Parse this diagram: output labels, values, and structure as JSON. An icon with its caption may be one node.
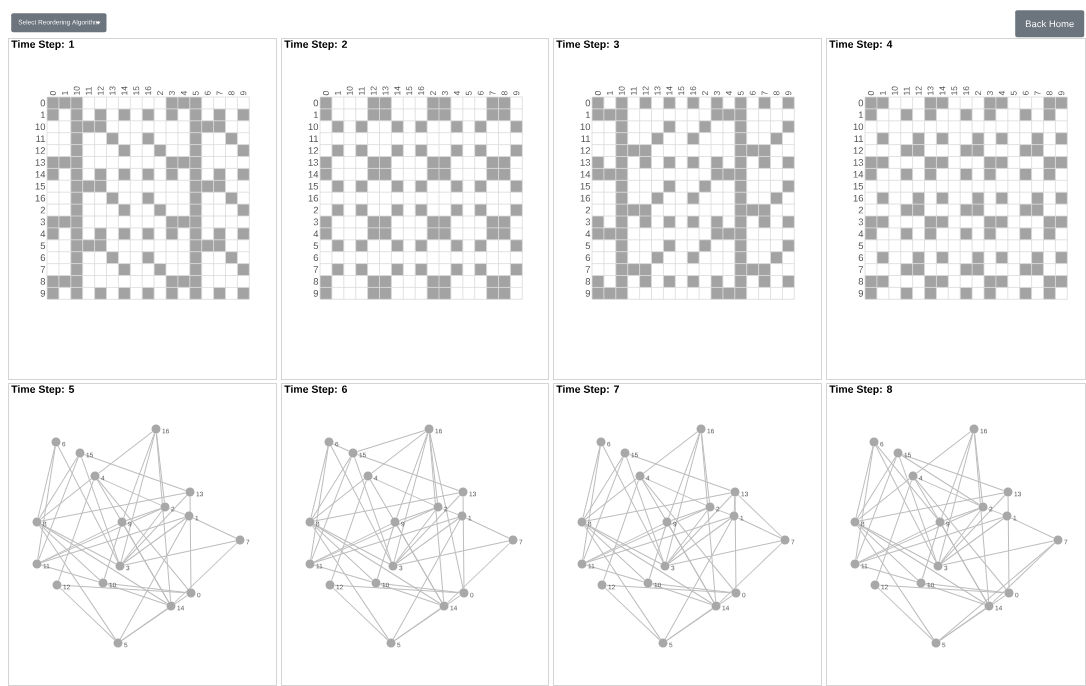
{
  "diagram": {
    "nodes": [
      {
        "text": [
          "Select Reordering Algorithm"
        ]
      },
      {
        "text": [
          "Back Home"
        ]
      },
      {
        "text": [
          "Time Step: 1"
        ]
      },
      {
        "text": [
          "Time Step: 2"
        ]
      },
      {
        "text": [
          "Time Step: 3"
        ]
      },
      {
        "text": [
          "Time Step: 4"
        ]
      },
      {
        "text": [
          "Time Step: 5"
        ]
      },
      {
        "text": [
          "Time Step: 6"
        ]
      },
      {
        "text": [
          "Time Step: 7"
        ]
      },
      {
        "text": [
          "Time Step: 8"
        ]
      },
      {
        "text": [],
        "shape": "circle",
        "beside": [
          "16"
        ],
        "in": 6
      },
      {
        "text": [],
        "shape": "circle",
        "beside": [
          "6"
        ],
        "in": 6
      },
      {
        "text": [],
        "shape": "circle",
        "beside": [
          "15"
        ],
        "in": 6
      },
      {
        "text": [],
        "shape": "circle",
        "beside": [
          "4"
        ],
        "in": 6
      },
      {
        "text": [],
        "shape": "circle",
        "beside": [
          "13"
        ],
        "in": 6
      },
      {
        "text": [],
        "shape": "circle",
        "beside": [
          "2"
        ],
        "in": 6
      },
      {
        "text": [],
        "shape": "circle",
        "beside": [
          "1"
        ],
        "in": 6
      },
      {
        "text": [],
        "shape": "circle",
        "beside": [
          "8"
        ],
        "in": 6
      },
      {
        "text": [],
        "shape": "circle",
        "beside": [
          "9"
        ],
        "in": 6
      },
      {
        "text": [],
        "shape": "circle",
        "beside": [
          "7"
        ],
        "in": 6
      },
      {
        "text": [],
        "shape": "circle",
        "beside": [
          "11"
        ],
        "in": 6
      },
      {
        "text": [],
        "shape": "circle",
        "beside": [
          "3"
        ],
        "in": 6
      },
      {
        "text": [],
        "shape": "circle",
        "beside": [
          "12"
        ],
        "in": 6
      },
      {
        "text": [],
        "shape": "circle",
        "beside": [
          "10"
        ],
        "in": 6
      },
      {
        "text": [],
        "shape": "circle",
        "beside": [
          "0"
        ],
        "in": 6
      },
      {
        "text": [],
        "shape": "circle",
        "beside": [
          "14"
        ],
        "in": 6
      },
      {
        "text": [],
        "shape": "circle",
        "beside": [
          "5"
        ],
        "in": 6
      },
      {
        "text": [],
        "shape": "circle",
        "beside": [
          "16"
        ],
        "in": 7
      },
      {
        "text": [],
        "shape": "circle",
        "beside": [
          "6"
        ],
        "in": 7
      },
      {
        "text": [],
        "shape": "circle",
        "beside": [
          "15"
        ],
        "in": 7
      },
      {
        "text": [],
        "shape": "circle",
        "beside": [
          "4"
        ],
        "in": 7
      },
      {
        "text": [],
        "shape": "circle",
        "beside": [
          "13"
        ],
        "in": 7
      },
      {
        "text": [],
        "shape": "circle",
        "beside": [
          "2"
        ],
        "in": 7
      },
      {
        "text": [],
        "shape": "circle",
        "beside": [
          "1"
        ],
        "in": 7
      },
      {
        "text": [],
        "shape": "circle",
        "beside": [
          "8"
        ],
        "in": 7
      },
      {
        "text": [],
        "shape": "circle",
        "beside": [
          "9"
        ],
        "in": 7
      },
      {
        "text": [],
        "shape": "circle",
        "beside": [
          "7"
        ],
        "in": 7
      },
      {
        "text": [],
        "shape": "circle",
        "beside": [
          "11"
        ],
        "in": 7
      },
      {
        "text": [],
        "shape": "circle",
        "beside": [
          "3"
        ],
        "in": 7
      },
      {
        "text": [],
        "shape": "circle",
        "beside": [
          "12"
        ],
        "in": 7
      },
      {
        "text": [],
        "shape": "circle",
        "beside": [
          "10"
        ],
        "in": 7
      },
      {
        "text": [],
        "shape": "circle",
        "beside": [
          "0"
        ],
        "in": 7
      },
      {
        "text": [],
        "shape": "circle",
        "beside": [
          "14"
        ],
        "in": 7
      },
      {
        "text": [],
        "shape": "circle",
        "beside": [
          "5"
        ],
        "in": 7
      },
      {
        "text": [],
        "shape": "circle",
        "beside": [
          "16"
        ],
        "in": 8
      },
      {
        "text": [],
        "shape": "circle",
        "beside": [
          "6"
        ],
        "in": 8
      },
      {
        "text": [],
        "shape": "circle",
        "beside": [
          "15"
        ],
        "in": 8
      },
      {
        "text": [],
        "shape": "circle",
        "beside": [
          "4"
        ],
        "in": 8
      },
      {
        "text": [],
        "shape": "circle",
        "beside": [
          "13"
        ],
        "in": 8
      },
      {
        "text": [],
        "shape": "circle",
        "beside": [
          "2"
        ],
        "in": 8
      },
      {
        "text": [],
        "shape": "circle",
        "beside": [
          "1"
        ],
        "in": 8
      },
      {
        "text": [],
        "shape": "circle",
        "beside": [
          "8"
        ],
        "in": 8
      },
      {
        "text": [],
        "shape": "circle",
        "beside": [
          "9"
        ],
        "in": 8
      },
      {
        "text": [],
        "shape": "circle",
        "beside": [
          "7"
        ],
        "in": 8
      },
      {
        "text": [],
        "shape": "circle",
        "beside": [
          "11"
        ],
        "in": 8
      },
      {
        "text": [],
        "shape": "circle",
        "beside": [
          "3"
        ],
        "in": 8
      },
      {
        "text": [],
        "shape": "circle",
        "beside": [
          "12"
        ],
        "in": 8
      },
      {
        "text": [],
        "shape": "circle",
        "beside": [
          "10"
        ],
        "in": 8
      },
      {
        "text": [],
        "shape": "circle",
        "beside": [
          "0"
        ],
        "in": 8
      },
      {
        "text": [],
        "shape": "circle",
        "beside": [
          "14"
        ],
        "in": 8
      },
      {
        "text": [],
        "shape": "circle",
        "beside": [
          "5"
        ],
        "in": 8
      },
      {
        "text": [],
        "shape": "circle",
        "beside": [
          "16"
        ],
        "in": 9
      },
      {
        "text": [],
        "shape": "circle",
        "beside": [
          "6"
        ],
        "in": 9
      },
      {
        "text": [],
        "shape": "circle",
        "beside": [
          "15"
        ],
        "in": 9
      },
      {
        "text": [],
        "shape": "circle",
        "beside": [
          "4"
        ],
        "in": 9
      },
      {
        "text": [],
        "shape": "circle",
        "beside": [
          "13"
        ],
        "in": 9
      },
      {
        "text": [],
        "shape": "circle",
        "beside": [
          "2"
        ],
        "in": 9
      },
      {
        "text": [],
        "shape": "circle",
        "beside": [
          "1"
        ],
        "in": 9
      },
      {
        "text": [],
        "shape": "circle",
        "beside": [
          "8"
        ],
        "in": 9
      },
      {
        "text": [],
        "shape": "circle",
        "beside": [
          "9"
        ],
        "in": 9
      },
      {
        "text": [],
        "shape": "circle",
        "beside": [
          "7"
        ],
        "in": 9
      },
      {
        "text": [],
        "shape": "circle",
        "beside": [
          "11"
        ],
        "in": 9
      },
      {
        "text": [],
        "shape": "circle",
        "beside": [
          "3"
        ],
        "in": 9
      },
      {
        "text": [],
        "shape": "circle",
        "beside": [
          "12"
        ],
        "in": 9
      },
      {
        "text": [],
        "shape": "circle",
        "beside": [
          "10"
        ],
        "in": 9
      },
      {
        "text": [],
        "shape": "circle",
        "beside": [
          "0"
        ],
        "in": 9
      },
      {
        "text": [],
        "shape": "circle",
        "beside": [
          "14"
        ],
        "in": 9
      },
      {
        "text": [],
        "shape": "circle",
        "beside": [
          "5"
        ],
        "in": 9
      }
    ],
    "edges": [
      {
        "from": 11,
        "to": 17,
        "arrow": "none"
      },
      {
        "from": 11,
        "to": 20,
        "arrow": "none"
      },
      {
        "from": 11,
        "to": 21,
        "arrow": "none"
      },
      {
        "from": 12,
        "to": 17,
        "arrow": "none"
      },
      {
        "from": 12,
        "to": 20,
        "arrow": "none"
      },
      {
        "from": 12,
        "to": 14,
        "arrow": "none"
      },
      {
        "from": 12,
        "to": 21,
        "arrow": "none"
      },
      {
        "from": 13,
        "to": 17,
        "arrow": "none"
      },
      {
        "from": 13,
        "to": 10,
        "arrow": "none"
      },
      {
        "from": 13,
        "to": 15,
        "arrow": "none"
      },
      {
        "from": 13,
        "to": 22,
        "arrow": "none"
      },
      {
        "from": 13,
        "to": 25,
        "arrow": "none"
      },
      {
        "from": 13,
        "to": 24,
        "arrow": "none"
      },
      {
        "from": 10,
        "to": 18,
        "arrow": "none"
      },
      {
        "from": 10,
        "to": 21,
        "arrow": "none"
      },
      {
        "from": 10,
        "to": 15,
        "arrow": "none"
      },
      {
        "from": 10,
        "to": 25,
        "arrow": "none"
      },
      {
        "from": 14,
        "to": 17,
        "arrow": "none"
      },
      {
        "from": 14,
        "to": 21,
        "arrow": "none"
      },
      {
        "from": 14,
        "to": 24,
        "arrow": "none"
      },
      {
        "from": 15,
        "to": 20,
        "arrow": "none"
      },
      {
        "from": 15,
        "to": 18,
        "arrow": "none"
      },
      {
        "from": 15,
        "to": 21,
        "arrow": "none"
      },
      {
        "from": 15,
        "to": 16,
        "arrow": "none"
      },
      {
        "from": 16,
        "to": 20,
        "arrow": "none"
      },
      {
        "from": 16,
        "to": 21,
        "arrow": "none"
      },
      {
        "from": 16,
        "to": 19,
        "arrow": "none"
      },
      {
        "from": 16,
        "to": 26,
        "arrow": "none"
      },
      {
        "from": 18,
        "to": 20,
        "arrow": "none"
      },
      {
        "from": 18,
        "to": 23,
        "arrow": "none"
      },
      {
        "from": 18,
        "to": 25,
        "arrow": "none"
      },
      {
        "from": 19,
        "to": 21,
        "arrow": "none"
      },
      {
        "from": 19,
        "to": 25,
        "arrow": "none"
      },
      {
        "from": 17,
        "to": 21,
        "arrow": "none"
      },
      {
        "from": 17,
        "to": 23,
        "arrow": "none"
      },
      {
        "from": 17,
        "to": 25,
        "arrow": "none"
      },
      {
        "from": 17,
        "to": 26,
        "arrow": "none"
      },
      {
        "from": 20,
        "to": 23,
        "arrow": "none"
      },
      {
        "from": 23,
        "to": 24,
        "arrow": "none"
      },
      {
        "from": 22,
        "to": 24,
        "arrow": "none"
      },
      {
        "from": 22,
        "to": 26,
        "arrow": "none"
      },
      {
        "from": 23,
        "to": 25,
        "arrow": "none"
      },
      {
        "from": 25,
        "to": 26,
        "arrow": "none"
      },
      {
        "from": 24,
        "to": 26,
        "arrow": "none"
      },
      {
        "from": 28,
        "to": 34,
        "arrow": "none"
      },
      {
        "from": 28,
        "to": 37,
        "arrow": "none"
      },
      {
        "from": 28,
        "to": 38,
        "arrow": "none"
      },
      {
        "from": 29,
        "to": 34,
        "arrow": "none"
      },
      {
        "from": 29,
        "to": 37,
        "arrow": "none"
      },
      {
        "from": 29,
        "to": 31,
        "arrow": "none"
      },
      {
        "from": 29,
        "to": 38,
        "arrow": "none"
      },
      {
        "from": 30,
        "to": 34,
        "arrow": "none"
      },
      {
        "from": 30,
        "to": 27,
        "arrow": "none"
      },
      {
        "from": 30,
        "to": 32,
        "arrow": "none"
      },
      {
        "from": 30,
        "to": 39,
        "arrow": "none"
      },
      {
        "from": 30,
        "to": 42,
        "arrow": "none"
      },
      {
        "from": 27,
        "to": 35,
        "arrow": "none"
      },
      {
        "from": 27,
        "to": 38,
        "arrow": "none"
      },
      {
        "from": 27,
        "to": 32,
        "arrow": "none"
      },
      {
        "from": 27,
        "to": 42,
        "arrow": "none"
      },
      {
        "from": 31,
        "to": 34,
        "arrow": "none"
      },
      {
        "from": 31,
        "to": 38,
        "arrow": "none"
      },
      {
        "from": 31,
        "to": 41,
        "arrow": "none"
      },
      {
        "from": 32,
        "to": 37,
        "arrow": "none"
      },
      {
        "from": 32,
        "to": 35,
        "arrow": "none"
      },
      {
        "from": 32,
        "to": 38,
        "arrow": "none"
      },
      {
        "from": 32,
        "to": 33,
        "arrow": "none"
      },
      {
        "from": 33,
        "to": 37,
        "arrow": "none"
      },
      {
        "from": 33,
        "to": 38,
        "arrow": "none"
      },
      {
        "from": 33,
        "to": 36,
        "arrow": "none"
      },
      {
        "from": 33,
        "to": 43,
        "arrow": "none"
      },
      {
        "from": 35,
        "to": 37,
        "arrow": "none"
      },
      {
        "from": 35,
        "to": 40,
        "arrow": "none"
      },
      {
        "from": 35,
        "to": 42,
        "arrow": "none"
      },
      {
        "from": 36,
        "to": 38,
        "arrow": "none"
      },
      {
        "from": 36,
        "to": 42,
        "arrow": "none"
      },
      {
        "from": 34,
        "to": 38,
        "arrow": "none"
      },
      {
        "from": 34,
        "to": 40,
        "arrow": "none"
      },
      {
        "from": 34,
        "to": 42,
        "arrow": "none"
      },
      {
        "from": 34,
        "to": 43,
        "arrow": "none"
      },
      {
        "from": 37,
        "to": 40,
        "arrow": "none"
      },
      {
        "from": 40,
        "to": 41,
        "arrow": "none"
      },
      {
        "from": 39,
        "to": 41,
        "arrow": "none"
      },
      {
        "from": 39,
        "to": 43,
        "arrow": "none"
      },
      {
        "from": 40,
        "to": 42,
        "arrow": "none"
      },
      {
        "from": 42,
        "to": 43,
        "arrow": "none"
      },
      {
        "from": 41,
        "to": 43,
        "arrow": "none"
      },
      {
        "from": 28,
        "to": 29,
        "arrow": "none"
      },
      {
        "from": 27,
        "to": 29,
        "arrow": "none"
      },
      {
        "from": 27,
        "to": 41,
        "arrow": "none"
      },
      {
        "from": 45,
        "to": 51,
        "arrow": "none"
      },
      {
        "from": 45,
        "to": 54,
        "arrow": "none"
      },
      {
        "from": 45,
        "to": 55,
        "arrow": "none"
      },
      {
        "from": 46,
        "to": 51,
        "arrow": "none"
      },
      {
        "from": 46,
        "to": 54,
        "arrow": "none"
      },
      {
        "from": 46,
        "to": 48,
        "arrow": "none"
      },
      {
        "from": 46,
        "to": 55,
        "arrow": "none"
      },
      {
        "from": 47,
        "to": 51,
        "arrow": "none"
      },
      {
        "from": 47,
        "to": 44,
        "arrow": "none"
      },
      {
        "from": 47,
        "to": 49,
        "arrow": "none"
      },
      {
        "from": 47,
        "to": 56,
        "arrow": "none"
      },
      {
        "from": 47,
        "to": 59,
        "arrow": "none"
      },
      {
        "from": 47,
        "to": 58,
        "arrow": "none"
      },
      {
        "from": 44,
        "to": 52,
        "arrow": "none"
      },
      {
        "from": 44,
        "to": 55,
        "arrow": "none"
      },
      {
        "from": 44,
        "to": 49,
        "arrow": "none"
      },
      {
        "from": 44,
        "to": 59,
        "arrow": "none"
      },
      {
        "from": 48,
        "to": 51,
        "arrow": "none"
      },
      {
        "from": 48,
        "to": 55,
        "arrow": "none"
      },
      {
        "from": 48,
        "to": 58,
        "arrow": "none"
      },
      {
        "from": 49,
        "to": 54,
        "arrow": "none"
      },
      {
        "from": 49,
        "to": 52,
        "arrow": "none"
      },
      {
        "from": 49,
        "to": 55,
        "arrow": "none"
      },
      {
        "from": 49,
        "to": 50,
        "arrow": "none"
      },
      {
        "from": 50,
        "to": 54,
        "arrow": "none"
      },
      {
        "from": 50,
        "to": 55,
        "arrow": "none"
      },
      {
        "from": 50,
        "to": 53,
        "arrow": "none"
      },
      {
        "from": 50,
        "to": 60,
        "arrow": "none"
      },
      {
        "from": 52,
        "to": 54,
        "arrow": "none"
      },
      {
        "from": 52,
        "to": 57,
        "arrow": "none"
      },
      {
        "from": 52,
        "to": 59,
        "arrow": "none"
      },
      {
        "from": 53,
        "to": 55,
        "arrow": "none"
      },
      {
        "from": 53,
        "to": 59,
        "arrow": "none"
      },
      {
        "from": 51,
        "to": 55,
        "arrow": "none"
      },
      {
        "from": 51,
        "to": 57,
        "arrow": "none"
      },
      {
        "from": 51,
        "to": 59,
        "arrow": "none"
      },
      {
        "from": 51,
        "to": 60,
        "arrow": "none"
      },
      {
        "from": 54,
        "to": 57,
        "arrow": "none"
      },
      {
        "from": 57,
        "to": 58,
        "arrow": "none"
      },
      {
        "from": 56,
        "to": 58,
        "arrow": "none"
      },
      {
        "from": 56,
        "to": 60,
        "arrow": "none"
      },
      {
        "from": 57,
        "to": 59,
        "arrow": "none"
      },
      {
        "from": 59,
        "to": 60,
        "arrow": "none"
      },
      {
        "from": 58,
        "to": 60,
        "arrow": "none"
      },
      {
        "from": 48,
        "to": 50,
        "arrow": "none"
      },
      {
        "from": 48,
        "to": 53,
        "arrow": "none"
      },
      {
        "from": 62,
        "to": 68,
        "arrow": "none"
      },
      {
        "from": 62,
        "to": 71,
        "arrow": "none"
      },
      {
        "from": 62,
        "to": 72,
        "arrow": "none"
      },
      {
        "from": 63,
        "to": 68,
        "arrow": "none"
      },
      {
        "from": 63,
        "to": 71,
        "arrow": "none"
      },
      {
        "from": 63,
        "to": 65,
        "arrow": "none"
      },
      {
        "from": 63,
        "to": 72,
        "arrow": "none"
      },
      {
        "from": 64,
        "to": 68,
        "arrow": "none"
      },
      {
        "from": 64,
        "to": 61,
        "arrow": "none"
      },
      {
        "from": 64,
        "to": 66,
        "arrow": "none"
      },
      {
        "from": 64,
        "to": 73,
        "arrow": "none"
      },
      {
        "from": 64,
        "to": 76,
        "arrow": "none"
      },
      {
        "from": 64,
        "to": 75,
        "arrow": "none"
      },
      {
        "from": 61,
        "to": 69,
        "arrow": "none"
      },
      {
        "from": 61,
        "to": 72,
        "arrow": "none"
      },
      {
        "from": 61,
        "to": 66,
        "arrow": "none"
      },
      {
        "from": 61,
        "to": 76,
        "arrow": "none"
      },
      {
        "from": 65,
        "to": 68,
        "arrow": "none"
      },
      {
        "from": 65,
        "to": 72,
        "arrow": "none"
      },
      {
        "from": 65,
        "to": 75,
        "arrow": "none"
      },
      {
        "from": 66,
        "to": 71,
        "arrow": "none"
      },
      {
        "from": 66,
        "to": 69,
        "arrow": "none"
      },
      {
        "from": 66,
        "to": 72,
        "arrow": "none"
      },
      {
        "from": 66,
        "to": 67,
        "arrow": "none"
      },
      {
        "from": 67,
        "to": 71,
        "arrow": "none"
      },
      {
        "from": 67,
        "to": 72,
        "arrow": "none"
      },
      {
        "from": 67,
        "to": 70,
        "arrow": "none"
      },
      {
        "from": 69,
        "to": 71,
        "arrow": "none"
      },
      {
        "from": 69,
        "to": 74,
        "arrow": "none"
      },
      {
        "from": 69,
        "to": 76,
        "arrow": "none"
      },
      {
        "from": 70,
        "to": 72,
        "arrow": "none"
      },
      {
        "from": 70,
        "to": 76,
        "arrow": "none"
      },
      {
        "from": 68,
        "to": 72,
        "arrow": "none"
      },
      {
        "from": 68,
        "to": 74,
        "arrow": "none"
      },
      {
        "from": 68,
        "to": 76,
        "arrow": "none"
      },
      {
        "from": 68,
        "to": 77,
        "arrow": "none"
      },
      {
        "from": 71,
        "to": 74,
        "arrow": "none"
      },
      {
        "from": 74,
        "to": 75,
        "arrow": "none"
      },
      {
        "from": 73,
        "to": 75,
        "arrow": "none"
      },
      {
        "from": 73,
        "to": 77,
        "arrow": "none"
      },
      {
        "from": 74,
        "to": 76,
        "arrow": "none"
      },
      {
        "from": 76,
        "to": 77,
        "arrow": "none"
      },
      {
        "from": 75,
        "to": 77,
        "arrow": "none"
      },
      {
        "from": 62,
        "to": 69,
        "arrow": "none"
      },
      {
        "from": 63,
        "to": 66,
        "arrow": "none"
      },
      {
        "from": 70,
        "to": 77,
        "arrow": "none"
      }
    ],
    "labels": [
      "0",
      "1",
      "10",
      "11",
      "12",
      "13",
      "14",
      "15",
      "16",
      "2",
      "3",
      "4",
      "5",
      "6",
      "7",
      "8",
      "9",
      "0",
      "1",
      "10",
      "11",
      "12",
      "13",
      "14",
      "15",
      "16",
      "2",
      "3",
      "4",
      "5",
      "6",
      "7",
      "8",
      "9",
      "0",
      "1",
      "10",
      "11",
      "12",
      "13",
      "14",
      "15",
      "16",
      "2",
      "3",
      "4",
      "5",
      "6",
      "7",
      "8",
      "9",
      "0",
      "1",
      "10",
      "11",
      "12",
      "13",
      "14",
      "15",
      "16",
      "2",
      "3",
      "4",
      "5",
      "6",
      "7",
      "8",
      "9",
      "0",
      "1",
      "10",
      "11",
      "12",
      "13",
      "14",
      "15",
      "16",
      "2",
      "3",
      "4",
      "5",
      "6",
      "7",
      "8",
      "9",
      "0",
      "1",
      "10",
      "11",
      "12",
      "13",
      "14",
      "15",
      "16",
      "2",
      "3",
      "4",
      "5",
      "6",
      "7",
      "8",
      "9",
      "0",
      "1",
      "10",
      "11",
      "12",
      "13",
      "14",
      "15",
      "16",
      "2",
      "3",
      "4",
      "5",
      "6",
      "7",
      "8",
      "9",
      "0",
      "1",
      "10",
      "11",
      "12",
      "13",
      "14",
      "15",
      "16",
      "2",
      "3",
      "4",
      "5",
      "6",
      "7",
      "8",
      "9"
    ]
  }
}
